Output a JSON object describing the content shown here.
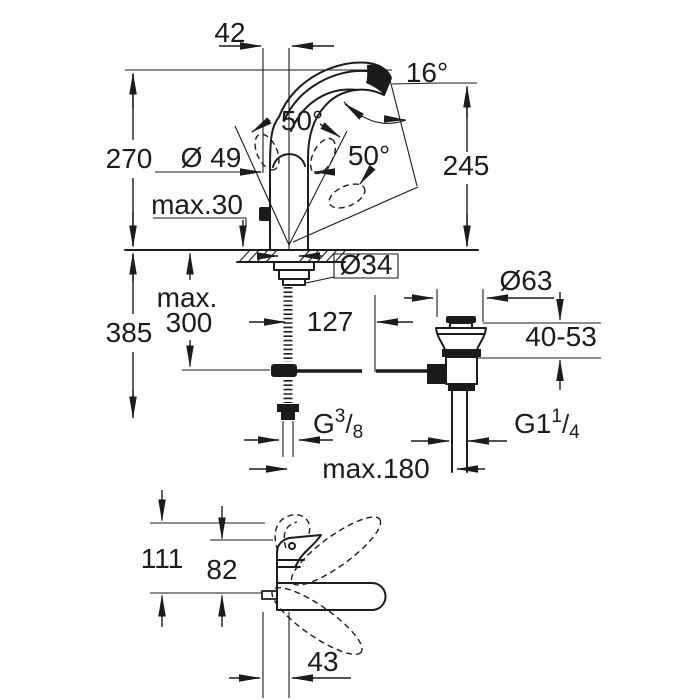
{
  "drawing": {
    "line_color": "#1c1c1c",
    "background_color": "#fdfdfd"
  },
  "main_view": {
    "spout_offset": "42",
    "lever_angle": "16°",
    "swivel_angle_left": "50°",
    "swivel_angle_right": "50°",
    "total_height": "270",
    "base_diameter": "Ø 49",
    "max_deck_thickness": "max.30",
    "spout_height": "245",
    "hole_diameter": "Ø34",
    "below_deck_height": "385",
    "hose_length_line1": "max.",
    "hose_length_line2": "300",
    "drain_distance": "127",
    "waste_flange_diameter": "Ø63",
    "waste_height_range": "40-53",
    "supply_thread": {
      "main": "G",
      "sup": "3",
      "slash": "/",
      "sub": "8"
    },
    "waste_thread": {
      "main": "G1",
      "sup": "1",
      "slash": "/",
      "sub": "4"
    },
    "max_reach": "max.180"
  },
  "plan_view": {
    "total_depth": "111",
    "body_depth": "82",
    "rod_offset": "43"
  }
}
